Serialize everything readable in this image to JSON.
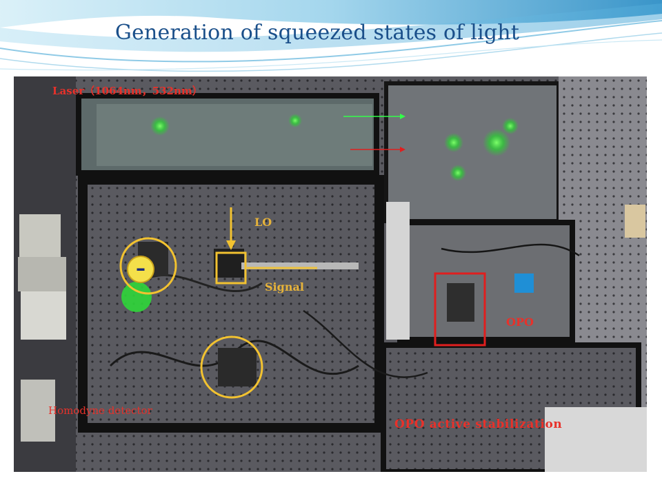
{
  "slide": {
    "title": "Generation of squeezed states of light"
  },
  "photo": {
    "labels": {
      "laser": "Laser（1064nm，532nm）",
      "lo": "LO",
      "signal": "Signal",
      "opo": "OPO",
      "homodyne": "Homodyne detector",
      "opo_stabilization": "OPO active stabilization",
      "minus_badge": "–"
    }
  },
  "colors": {
    "title": "#1a4f8a",
    "label_red": "#e8312a",
    "label_yellow": "#e6b33a",
    "marker_red": "#e01e1e",
    "marker_yellow": "#f2c230",
    "laser_green": "#33ff4a",
    "wave_blue": "#4fa9d8"
  },
  "icons": [
    "minus-icon",
    "laser-beam-arrow-icon"
  ]
}
